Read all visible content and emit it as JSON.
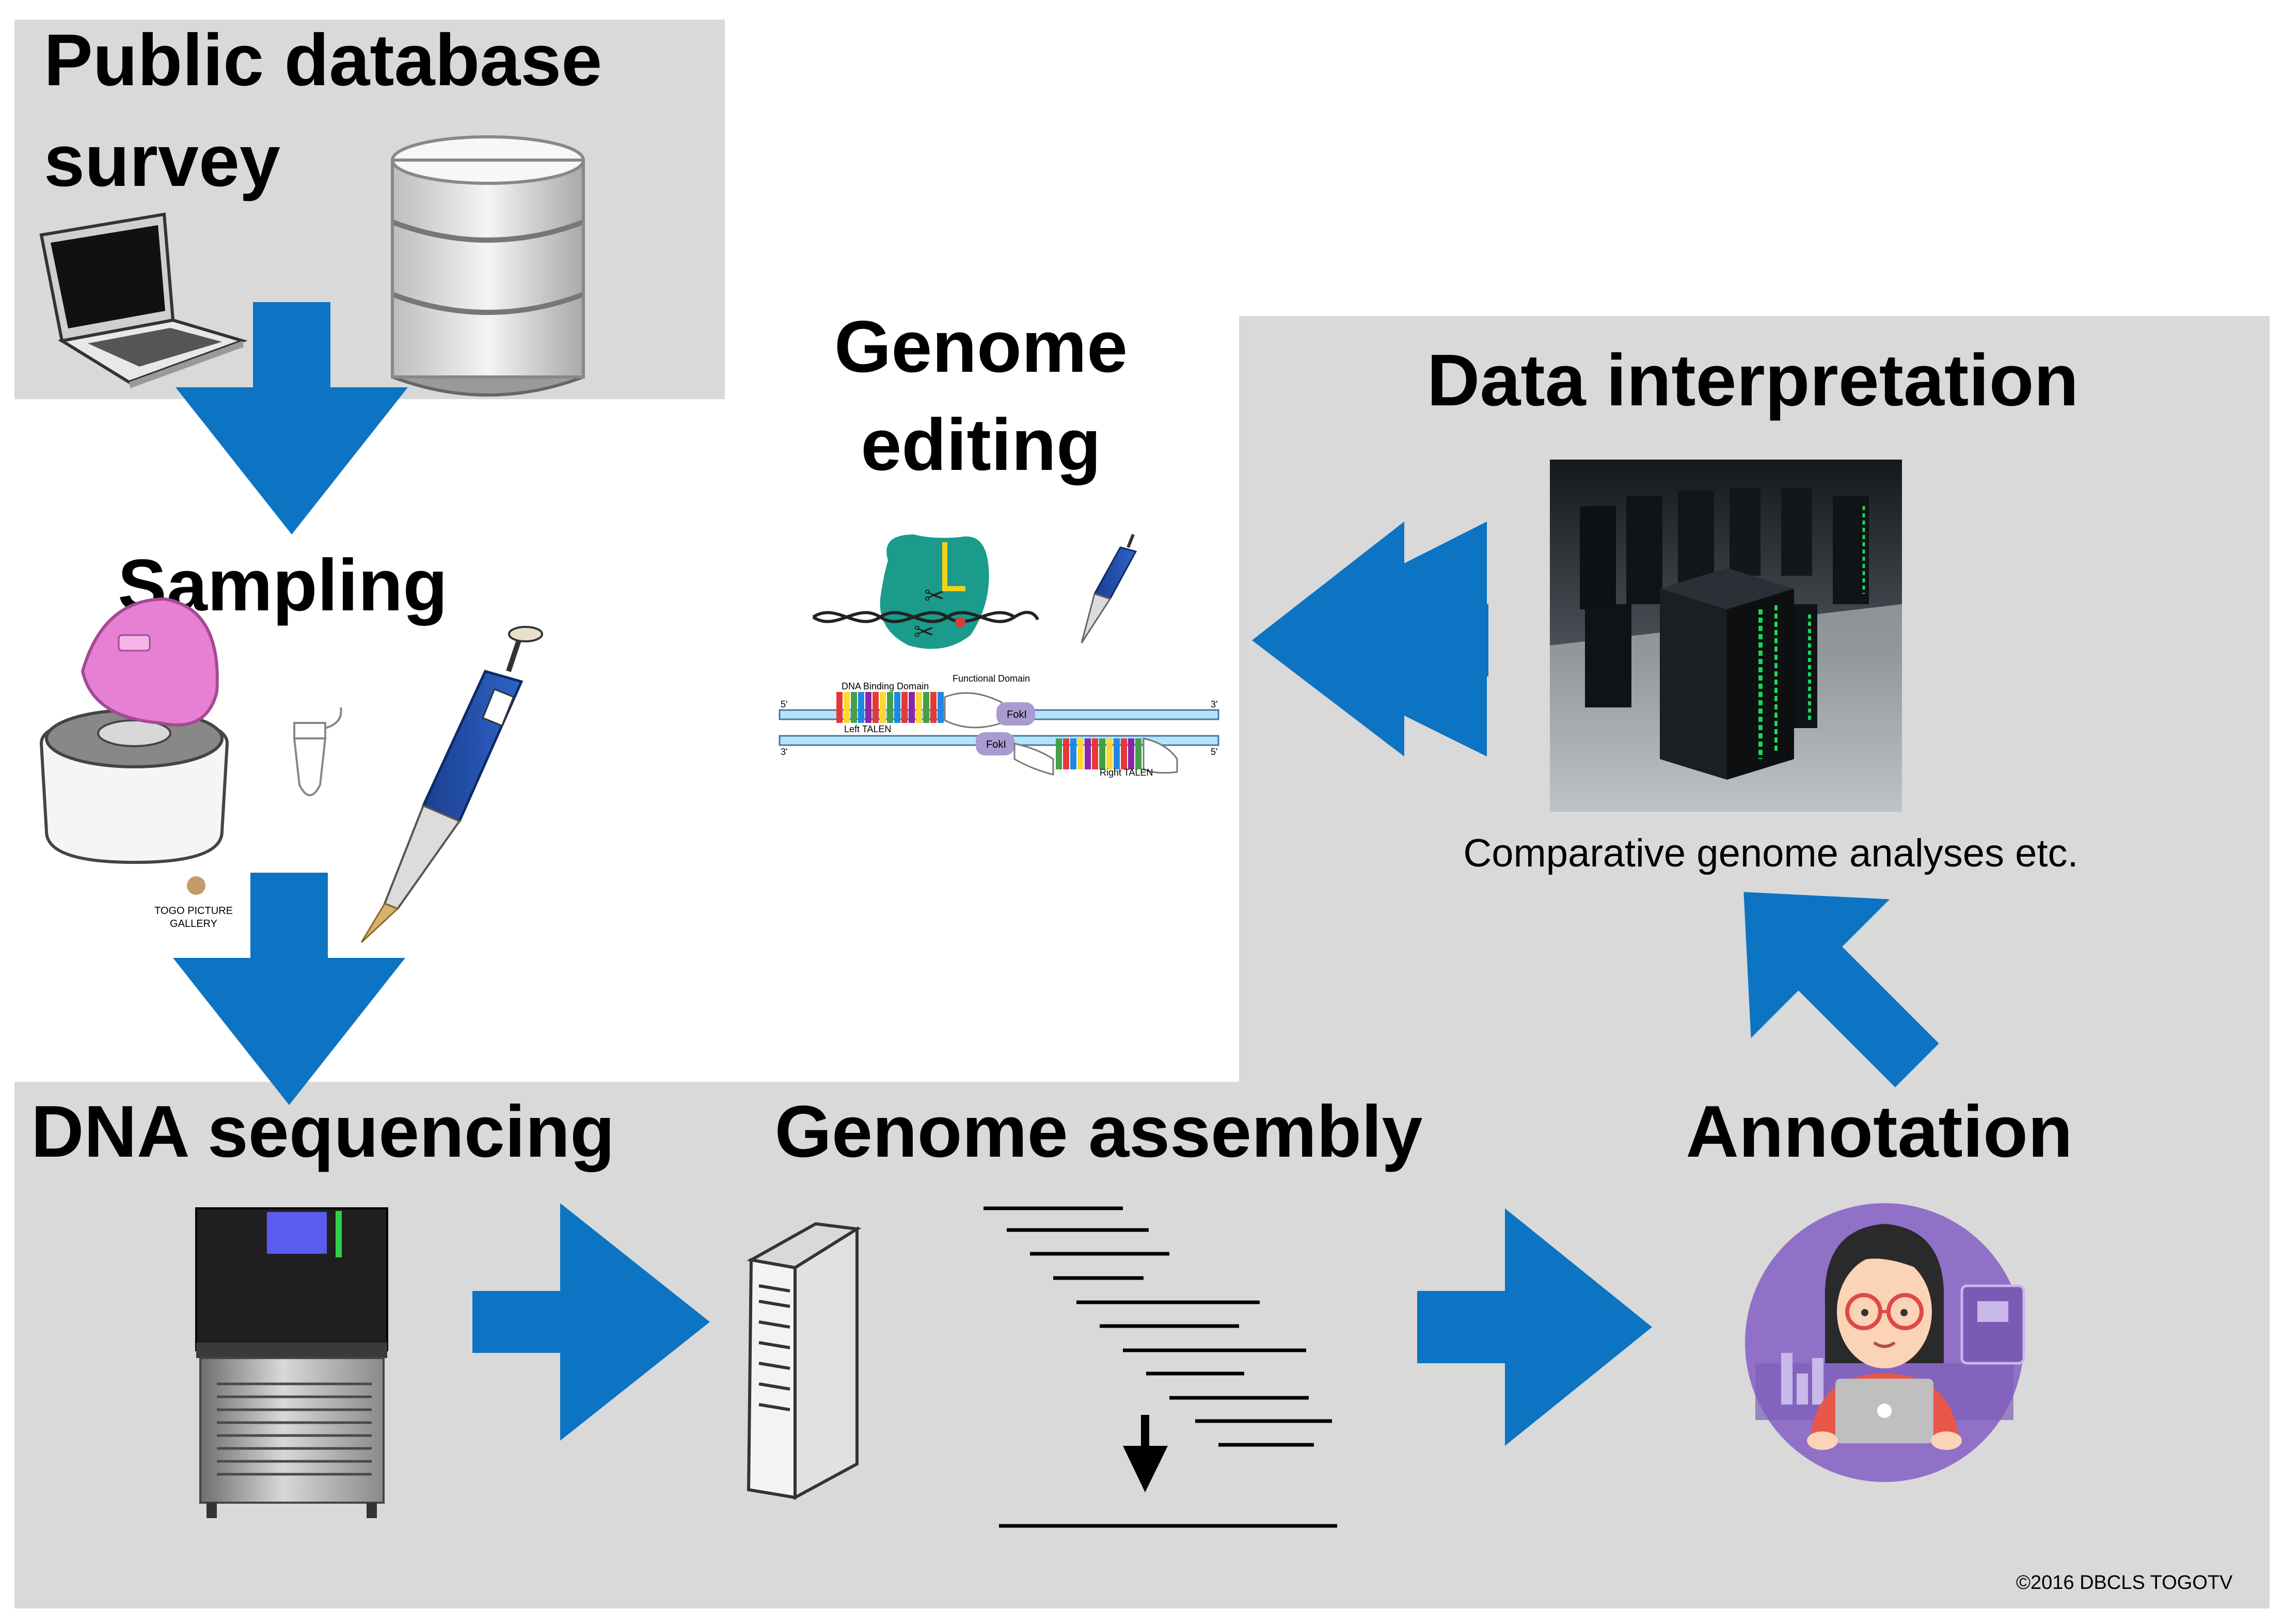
{
  "colors": {
    "panel": "#d9d9d9",
    "arrow": "#0c74c3",
    "background": "#ffffff"
  },
  "sections": {
    "public_database_survey": {
      "title_line1": "Public database",
      "title_line2": "survey"
    },
    "sampling": {
      "title": "Sampling",
      "watermark_line1": "TOGO PICTURE",
      "watermark_line2": "GALLERY"
    },
    "genome_editing": {
      "title_line1": "Genome",
      "title_line2": "editing",
      "talen_labels": {
        "dna_binding_domain": "DNA Binding Domain",
        "functional_domain": "Functional Domain",
        "left_talen": "Left TALEN",
        "right_talen": "Right TALEN",
        "foki": "FokI",
        "five_prime": "5'",
        "three_prime": "3'"
      }
    },
    "data_interpretation": {
      "title": "Data interpretation",
      "caption": "Comparative genome analyses etc."
    },
    "dna_sequencing": {
      "title": "DNA sequencing"
    },
    "genome_assembly": {
      "title": "Genome assembly"
    },
    "annotation": {
      "title": "Annotation"
    }
  },
  "icons": [
    "laptop-icon",
    "database-icon",
    "centrifuge-icon",
    "tube-icon",
    "pipette-icon",
    "cas9-icon",
    "server-rack-icon",
    "sequencer-icon",
    "computer-tower-icon",
    "reads-alignment-icon",
    "researcher-avatar-icon"
  ],
  "footer": {
    "copyright": "©2016 DBCLS TOGOTV"
  }
}
